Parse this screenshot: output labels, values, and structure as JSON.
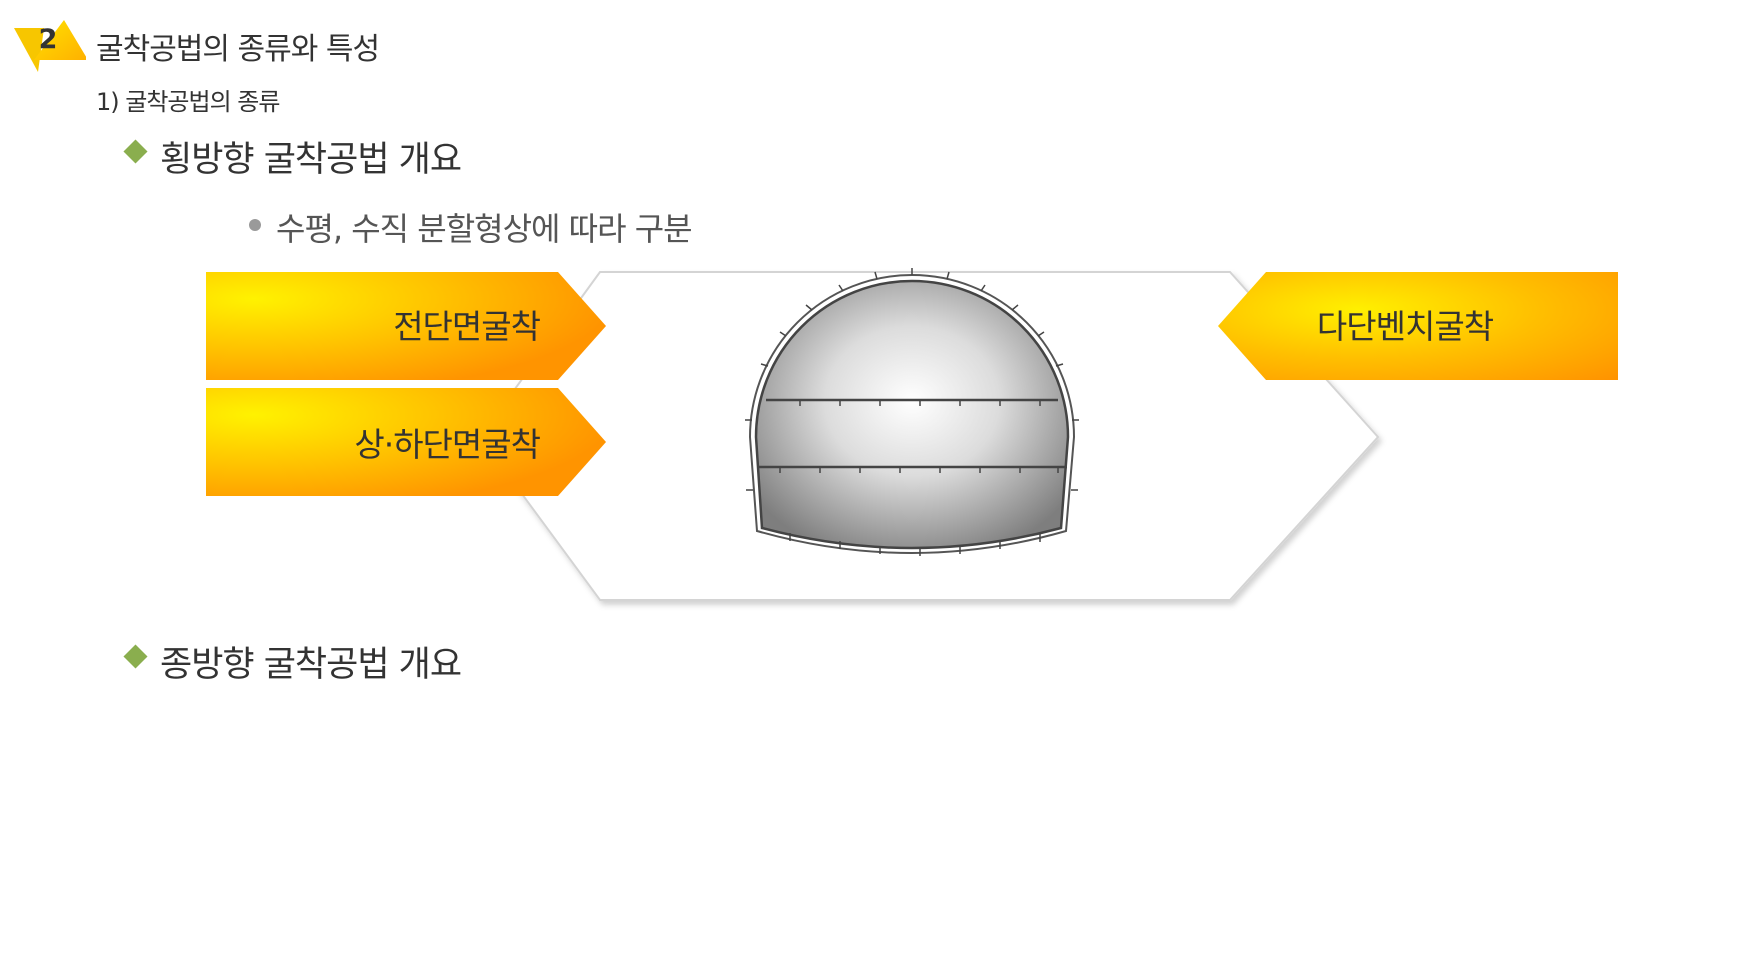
{
  "header": {
    "section_number": "2",
    "section_title": "굴착공법의 종류와 특성",
    "subsection_title": "1) 굴착공법의 종류"
  },
  "content": {
    "lateral_heading": "횡방향 굴착공법 개요",
    "lateral_bullet": "수평, 수직 분할형상에 따라 구분",
    "longitudinal_heading": "종방향 굴착공법 개요"
  },
  "diagram": {
    "methods_left": [
      "전단면굴착",
      "상·하단면굴착"
    ],
    "methods_right": [
      "다단벤치굴착"
    ],
    "tunnel_section_icon": "tunnel-cross-section-icon"
  },
  "colors": {
    "accent_orange": "#ff9a00",
    "accent_yellow": "#ffe600",
    "bullet_green": "#8aae4e",
    "text": "#333333"
  }
}
